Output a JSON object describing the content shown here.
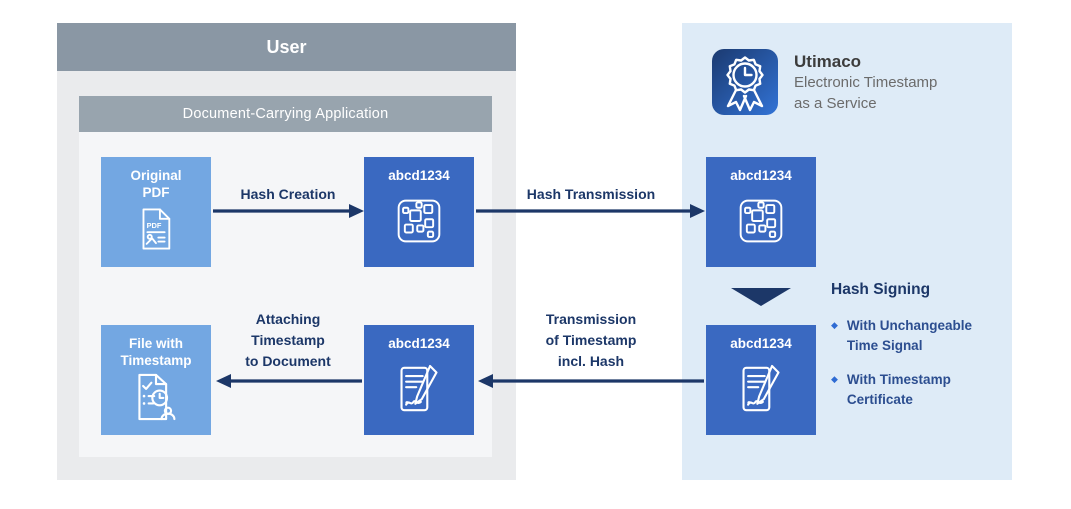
{
  "colors": {
    "user_header_bg": "#8A97A4",
    "app_bar_bg": "#98A4AE",
    "user_body_bg": "#EAEBED",
    "inner_panel_bg": "#F5F6F8",
    "right_panel_bg": "#DEEBF7",
    "light_box_bg": "#73A7E2",
    "dark_box_bg": "#3A69C1",
    "arrow_navy": "#1C3768",
    "bullet_text": "#2C4E90",
    "bullet_marker": "#2E6BD3",
    "utimaco_title_text": "#3C3C3C",
    "utimaco_subtitle_text": "#6B6B6B",
    "icon_stroke": "#FFFFFF"
  },
  "user_panel": {
    "title": "User",
    "app_bar": "Document-Carrying Application"
  },
  "utimaco": {
    "title": "Utimaco",
    "subtitle_lines": [
      "Electronic Timestamp",
      "as a Service"
    ],
    "icon": "award-clock-badge-icon"
  },
  "nodes": {
    "original_pdf": {
      "line1": "Original",
      "line2": "PDF",
      "icon": "pdf-document-icon"
    },
    "hash_user": {
      "label": "abcd1234",
      "icon": "hash-mosaic-icon"
    },
    "hash_utimaco": {
      "label": "abcd1234",
      "icon": "hash-mosaic-icon"
    },
    "file_with_timestamp": {
      "line1": "File with",
      "line2": "Timestamp",
      "icon": "timestamped-file-icon"
    },
    "signed_user": {
      "label": "abcd1234",
      "icon": "signed-document-icon"
    },
    "signed_utimaco": {
      "label": "abcd1234",
      "icon": "signed-document-icon"
    }
  },
  "arrows": {
    "hash_creation": {
      "label": "Hash Creation",
      "direction": "right"
    },
    "hash_transmission": {
      "label": "Hash Transmission",
      "direction": "right"
    },
    "timestamp_transmission": {
      "lines": [
        "Transmission",
        "of Timestamp",
        "incl. Hash"
      ],
      "direction": "left"
    },
    "attach_timestamp": {
      "lines": [
        "Attaching",
        "Timestamp",
        "to Document"
      ],
      "direction": "left"
    }
  },
  "hash_signing": {
    "title": "Hash Signing",
    "items": [
      {
        "lines": [
          "With Unchangeable",
          "Time Signal"
        ]
      },
      {
        "lines": [
          "With Timestamp",
          "Certificate"
        ]
      }
    ]
  }
}
